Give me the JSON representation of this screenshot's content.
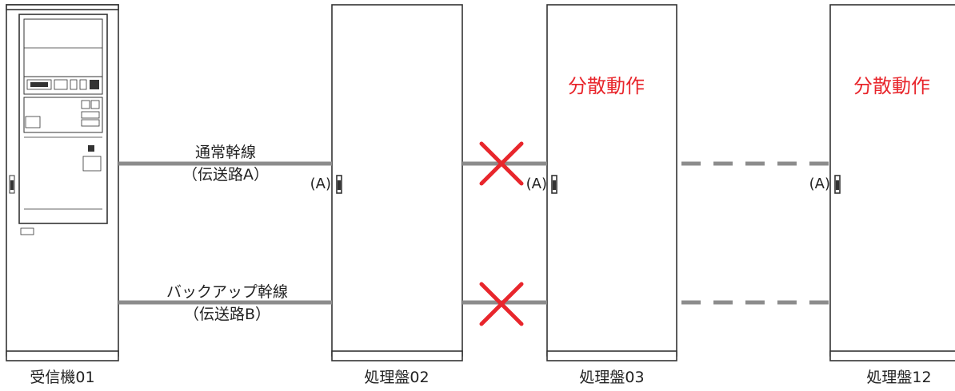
{
  "cabinets": {
    "receiver": {
      "caption": "受信機01"
    },
    "panel02": {
      "caption": "処理盤02",
      "port": "(A)"
    },
    "panel03": {
      "caption": "処理盤03",
      "port": "(A)",
      "status": "分散動作"
    },
    "panel12": {
      "caption": "処理盤12",
      "port": "(A)",
      "status": "分散動作"
    }
  },
  "lines": {
    "main": {
      "name": "通常幹線",
      "sub": "（伝送路A）"
    },
    "backup": {
      "name": "バックアップ幹線",
      "sub": "（伝送路B）"
    }
  },
  "colors": {
    "line": "#8c8c8c",
    "fault": "#e8262c",
    "status_text": "#e8262c",
    "outline": "#333333"
  },
  "icons": {
    "fault_main": "cross-mark-icon",
    "fault_backup": "cross-mark-icon"
  }
}
